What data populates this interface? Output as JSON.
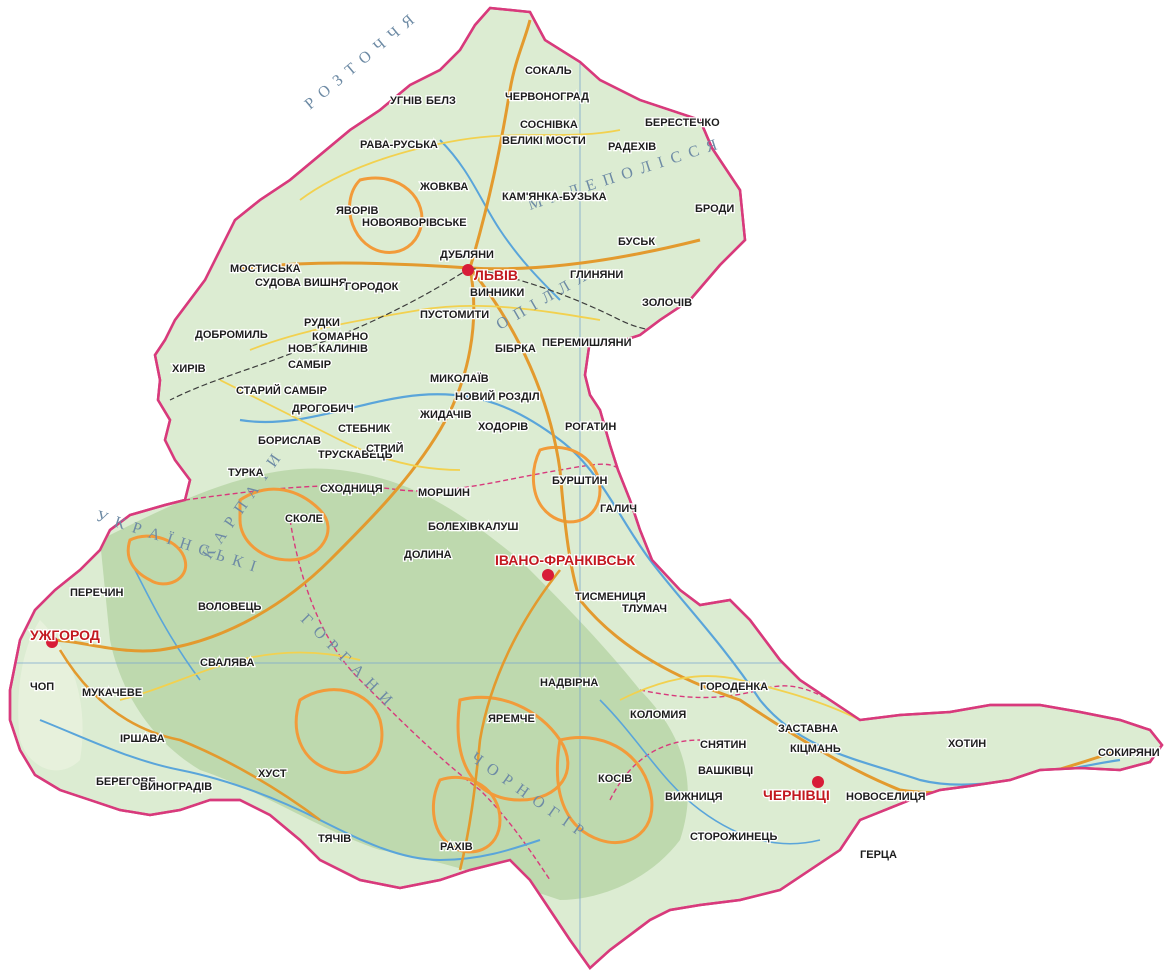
{
  "colors": {
    "land": "#dcecd2",
    "mountain": "#f29b3a",
    "road": "#e39a2e",
    "road_minor": "#f2d14f",
    "river": "#5aa5da",
    "border": "#d83a7c",
    "railway": "#3c3c3c",
    "marker": "#d81c38"
  },
  "major_cities": [
    {
      "name": "ЛЬВІВ"
    },
    {
      "name": "УЖГОРОД"
    },
    {
      "name": "ІВАНО-ФРАНКІВСЬК"
    },
    {
      "name": "ЧЕРНІВЦІ"
    }
  ],
  "towns": [
    {
      "name": "СОКАЛЬ"
    },
    {
      "name": "ЧЕРВОНОГРАД"
    },
    {
      "name": "СОСНІВКА"
    },
    {
      "name": "ВЕЛИКІ МОСТИ"
    },
    {
      "name": "БЕРЕСТЕЧКО"
    },
    {
      "name": "УГНІВ"
    },
    {
      "name": "БЕЛЗ"
    },
    {
      "name": "РАВА-РУСЬКА"
    },
    {
      "name": "РАДЕХІВ"
    },
    {
      "name": "ЖОВКВА"
    },
    {
      "name": "КАМ'ЯНКА-БУЗЬКА"
    },
    {
      "name": "ЯВОРІВ"
    },
    {
      "name": "НОВОЯВОРІВСЬКЕ"
    },
    {
      "name": "БРОДИ"
    },
    {
      "name": "ДУБЛЯНИ"
    },
    {
      "name": "БУСЬК"
    },
    {
      "name": "МОСТИСЬКА"
    },
    {
      "name": "СУДОВА ВИШНЯ"
    },
    {
      "name": "ГОРОДОК"
    },
    {
      "name": "ВИННИКИ"
    },
    {
      "name": "ГЛИНЯНИ"
    },
    {
      "name": "ЗОЛОЧІВ"
    },
    {
      "name": "ПУСТОМИТИ"
    },
    {
      "name": "ДОБРОМИЛЬ"
    },
    {
      "name": "РУДКИ"
    },
    {
      "name": "КОМАРНО"
    },
    {
      "name": "ПЕРЕМИШЛЯНИ"
    },
    {
      "name": "ХИРІВ"
    },
    {
      "name": "НОВ. КАЛИНІВ"
    },
    {
      "name": "САМБІР"
    },
    {
      "name": "БІБРКА"
    },
    {
      "name": "СТАРИЙ САМБІР"
    },
    {
      "name": "МИКОЛАЇВ"
    },
    {
      "name": "ДРОГОБИЧ"
    },
    {
      "name": "НОВИЙ РОЗДІЛ"
    },
    {
      "name": "ЖИДАЧІВ"
    },
    {
      "name": "ХОДОРІВ"
    },
    {
      "name": "РОГАТИН"
    },
    {
      "name": "БОРИСЛАВ"
    },
    {
      "name": "СТЕБНИК"
    },
    {
      "name": "ТРУСКАВЕЦЬ"
    },
    {
      "name": "СТРИЙ"
    },
    {
      "name": "ТУРКА"
    },
    {
      "name": "МОРШИН"
    },
    {
      "name": "БУРШТИН"
    },
    {
      "name": "СХОДНИЦЯ"
    },
    {
      "name": "ГАЛИЧ"
    },
    {
      "name": "СКОЛЕ"
    },
    {
      "name": "БОЛЕХІВ"
    },
    {
      "name": "КАЛУШ"
    },
    {
      "name": "ДОЛИНА"
    },
    {
      "name": "ПЕРЕЧИН"
    },
    {
      "name": "ТИСМЕНИЦЯ"
    },
    {
      "name": "ТЛУМАЧ"
    },
    {
      "name": "ВОЛОВЕЦЬ"
    },
    {
      "name": "СВАЛЯВА"
    },
    {
      "name": "ЧОП"
    },
    {
      "name": "МУКАЧЕВЕ"
    },
    {
      "name": "НАДВІРНА"
    },
    {
      "name": "ГОРОДЕНКА"
    },
    {
      "name": "ЯРЕМЧЕ"
    },
    {
      "name": "КОЛОМИЯ"
    },
    {
      "name": "ІРШАВА"
    },
    {
      "name": "ЗАСТАВНА"
    },
    {
      "name": "СНЯТИН"
    },
    {
      "name": "КІЦМАНЬ"
    },
    {
      "name": "ХОТИН"
    },
    {
      "name": "БЕРЕГОВЕ"
    },
    {
      "name": "ВИНОГРАДІВ"
    },
    {
      "name": "ХУСТ"
    },
    {
      "name": "ВАШКІВЦІ"
    },
    {
      "name": "КОСІВ"
    },
    {
      "name": "ВИЖНИЦЯ"
    },
    {
      "name": "СОКИРЯНИ"
    },
    {
      "name": "НОВОСЕЛИЦЯ"
    },
    {
      "name": "ТЯЧІВ"
    },
    {
      "name": "РАХІВ"
    },
    {
      "name": "СТОРОЖИНЕЦЬ"
    },
    {
      "name": "ГЕРЦА"
    }
  ],
  "regions": [
    {
      "name": "М А Л Е  П О Л І С С Я"
    },
    {
      "name": "Р О З Т О Ч Ч Я"
    },
    {
      "name": "О П І Л Л Я"
    },
    {
      "name": "У К Р А Ї Н С Ь К І"
    },
    {
      "name": "К А Р П А Т И"
    },
    {
      "name": "Г О Р Г А Н И"
    },
    {
      "name": "Ч О Р Н О Г І Р"
    }
  ]
}
